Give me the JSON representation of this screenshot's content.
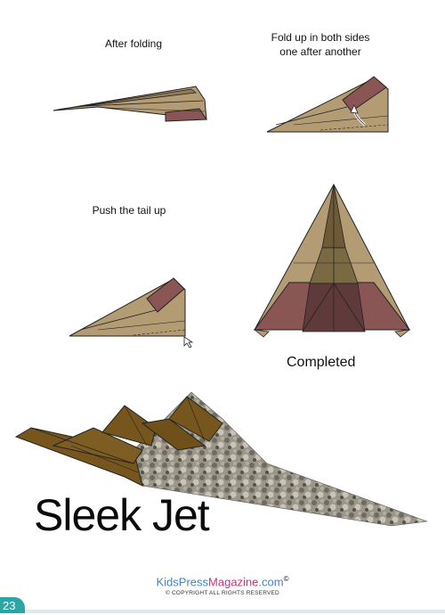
{
  "steps": [
    {
      "caption": "After folding"
    },
    {
      "caption_line1": "Fold up in both sides",
      "caption_line2": "one after another"
    },
    {
      "caption": "Push the tail up"
    }
  ],
  "completed_label": "Completed",
  "title": "Sleek Jet",
  "footer": {
    "brand_part1": "KidsPress",
    "brand_part2": "Magazine",
    "brand_part3": ".com",
    "brand_mark": "©",
    "copyright": "© COPYRIGHT ALL RIGHTS RESERVED"
  },
  "page_number": "23",
  "colors": {
    "paper_tan": "#b39c74",
    "paper_maroon": "#8a5555",
    "jet_brown": "#76561c",
    "camo_gray": "#8f8a7e",
    "accent_teal": "#2ca6a4"
  }
}
